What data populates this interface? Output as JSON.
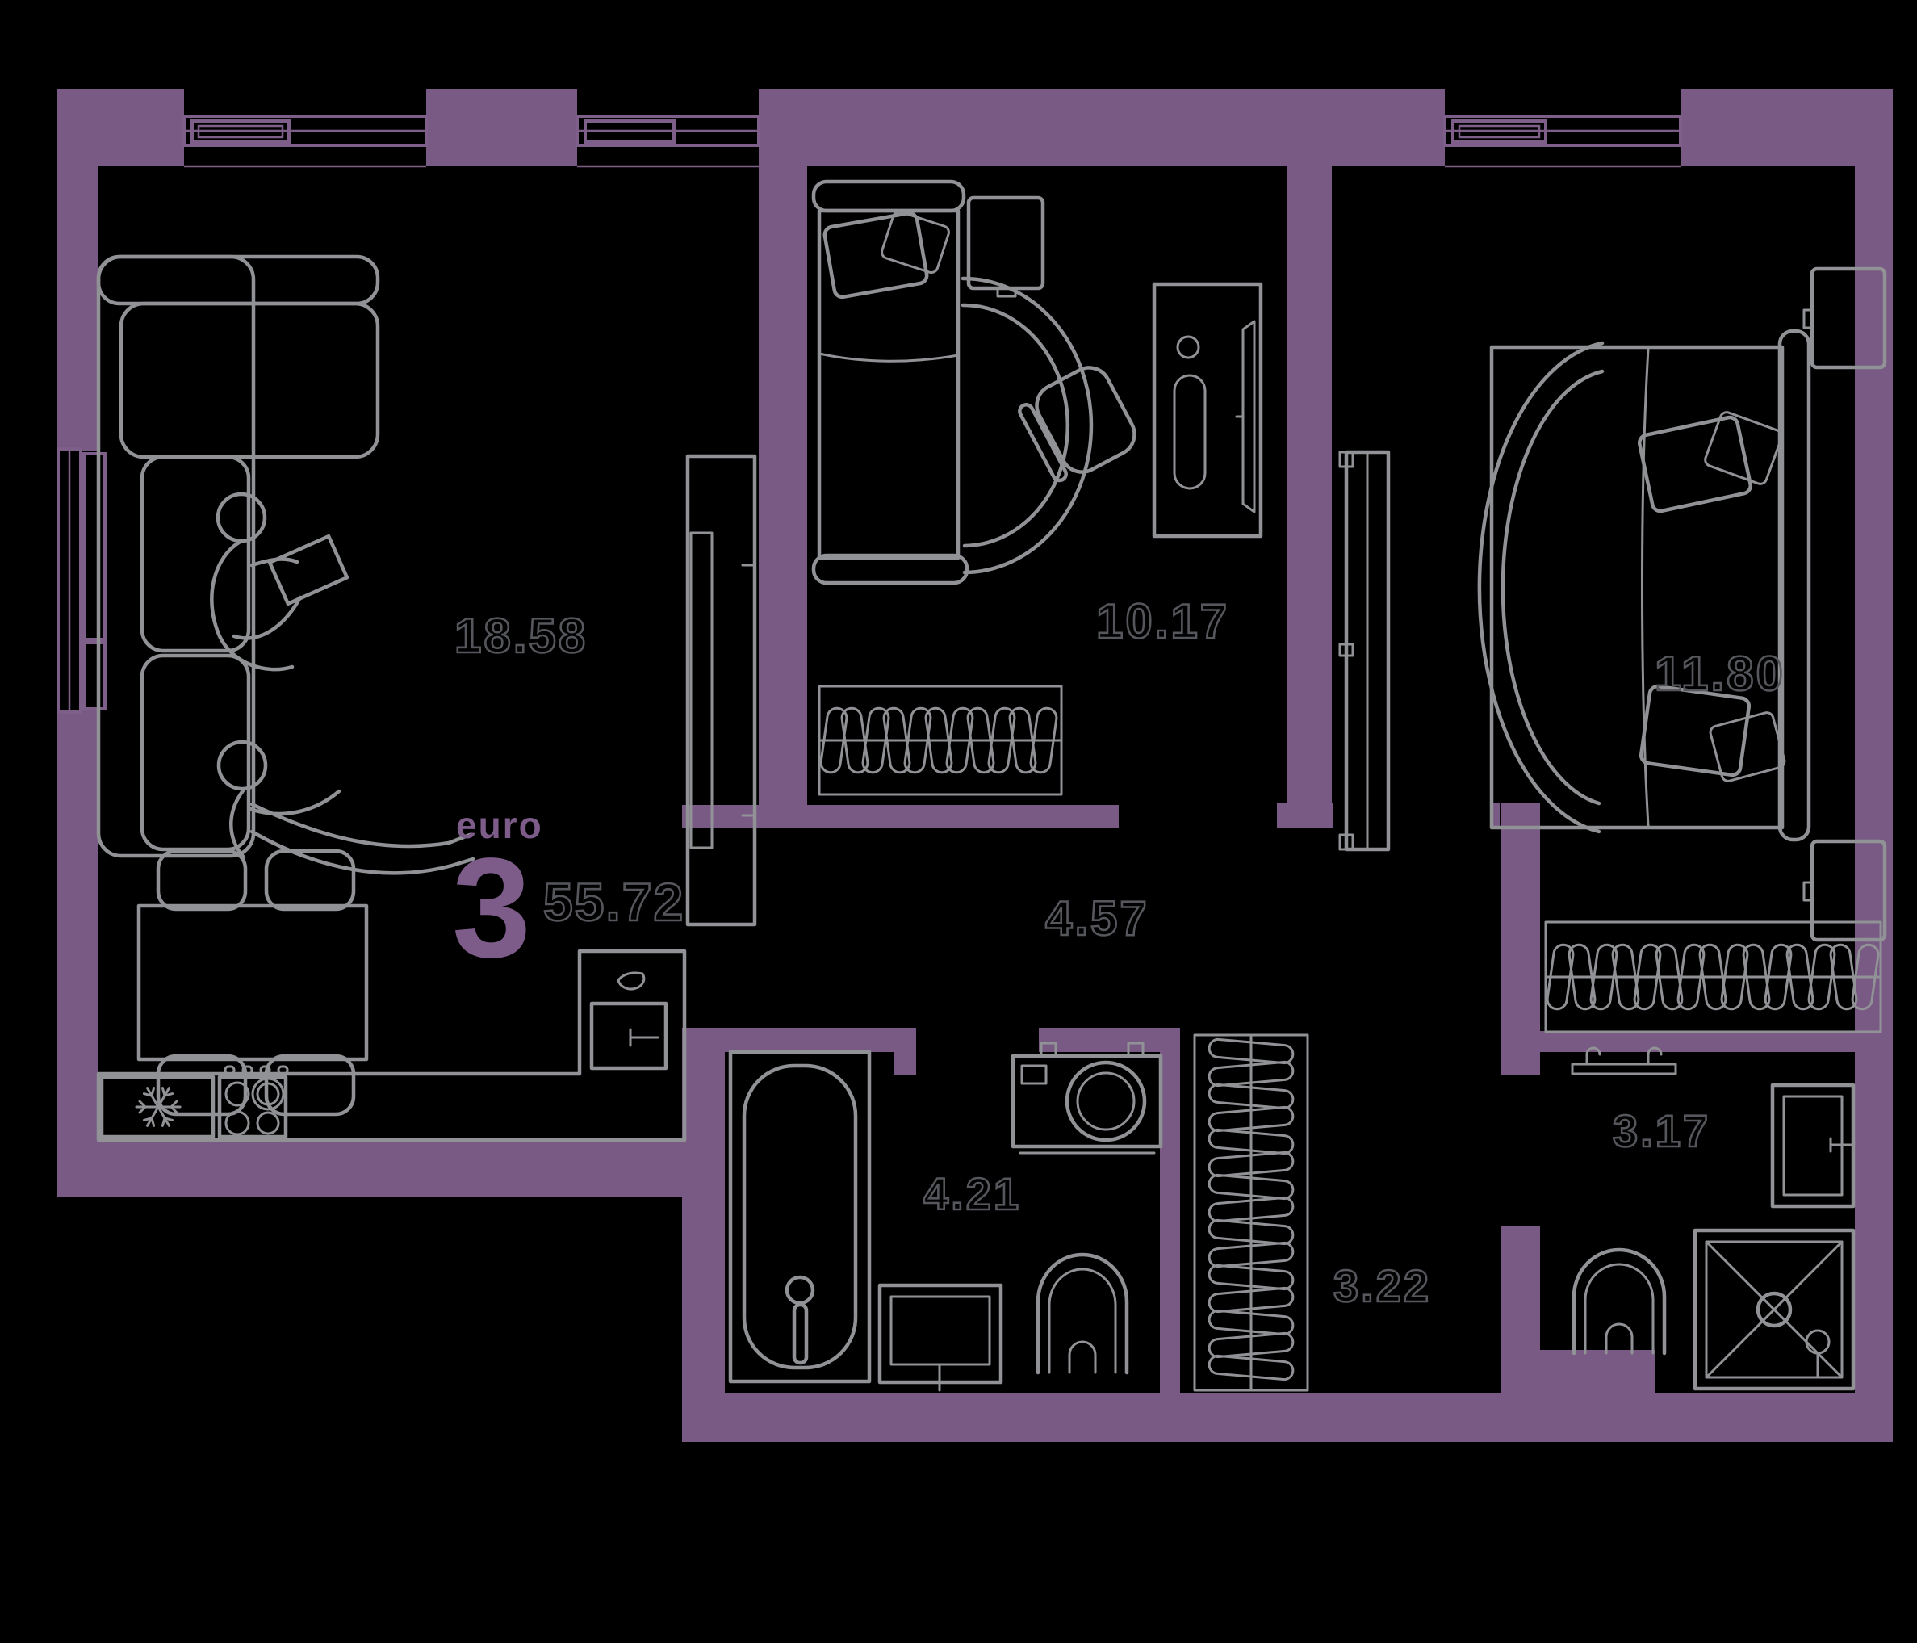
{
  "plan": {
    "unit_type_label": "euro",
    "unit_rooms_count": "3",
    "total_area": "55.72"
  },
  "areas": {
    "living_kitchen": "18.58",
    "bedroom_small": "10.17",
    "bedroom_large": "11.80",
    "hallway": "4.57",
    "bathroom": "4.21",
    "laundry": "3.22",
    "shower_wc": "3.17"
  },
  "colors": {
    "background": "#000000",
    "walls": "#795a84",
    "accent_text": "#7d5c8a",
    "furniture_lines": "#909295",
    "area_label_outline": "#55575c"
  },
  "furniture": {
    "living_kitchen": [
      "corner-sofa",
      "people-lounging",
      "tv-panel",
      "dining-table",
      "dining-chairs",
      "fridge",
      "stove",
      "kitchen-sink",
      "base-cabinet"
    ],
    "bedroom_small": [
      "single-bed",
      "pillow",
      "nightstand",
      "desk",
      "desk-chair",
      "radiator"
    ],
    "bedroom_large": [
      "double-bed",
      "pillows",
      "nightstand",
      "nightstand",
      "wardrobe",
      "radiator"
    ],
    "bathroom": [
      "bathtub",
      "washbasin",
      "washing-machine",
      "toilet"
    ],
    "laundry": [
      "drying-rack"
    ],
    "shower_wc": [
      "towel-rail",
      "washbasin",
      "toilet",
      "shower-cabin"
    ]
  }
}
